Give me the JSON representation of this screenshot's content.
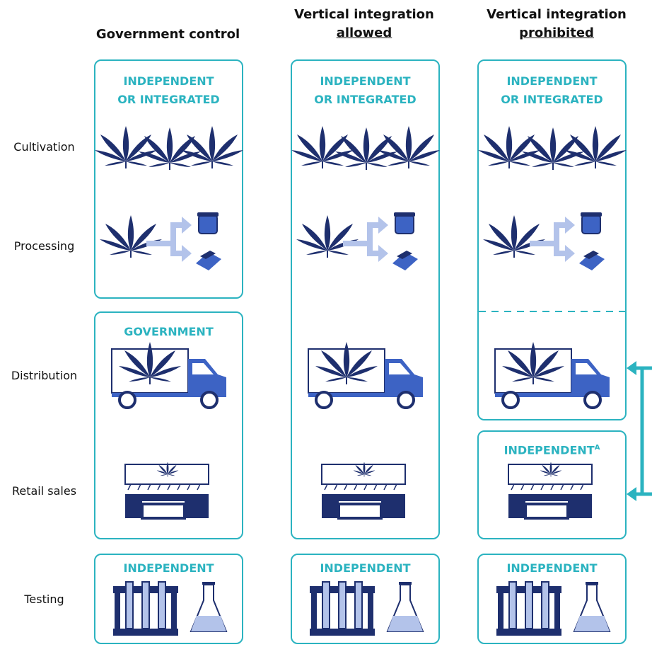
{
  "columns": [
    {
      "title_line1": "Government control",
      "title_line2": ""
    },
    {
      "title_line1": "Vertical integration",
      "title_line2": "allowed"
    },
    {
      "title_line1": "Vertical integration",
      "title_line2": "prohibited"
    }
  ],
  "rows": {
    "cultivation": "Cultivation",
    "processing": "Processing",
    "distribution": "Distribution",
    "retail": "Retail sales",
    "testing": "Testing"
  },
  "tags": {
    "independent_or_integrated_1": "INDEPENDENT",
    "independent_or_integrated_2": "OR INTEGRATED",
    "government": "GOVERNMENT",
    "independent": "INDEPENDENT",
    "independent_footnote": "A"
  },
  "colors": {
    "accent": "#2bb3c0",
    "icon_dark": "#1e2f6e",
    "icon_mid": "#3d63c4",
    "icon_light": "#b3c3ea"
  },
  "icons": [
    "cannabis-leaf-icon",
    "split-arrow-icon",
    "jar-icon",
    "edibles-icon",
    "truck-icon",
    "store-icon",
    "test-tubes-icon",
    "flask-icon",
    "bidirectional-arrow-icon"
  ]
}
